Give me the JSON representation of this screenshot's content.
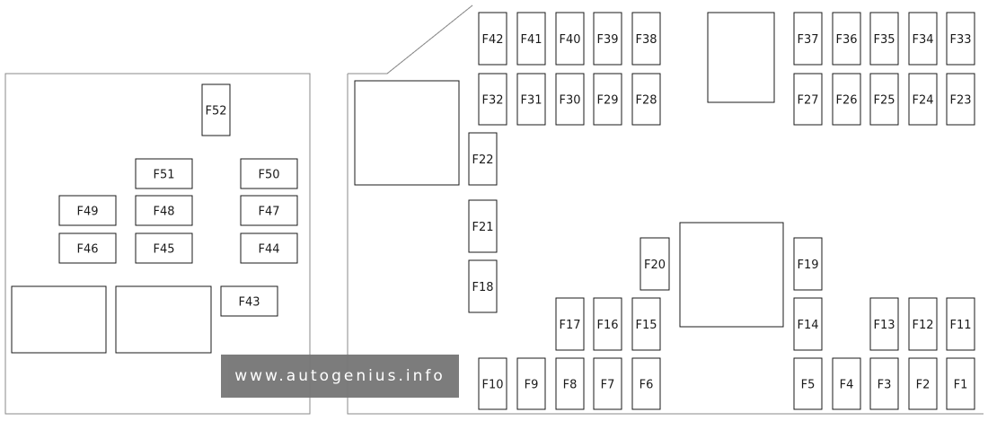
{
  "watermark": "www.autogenius.info",
  "fuses": [
    {
      "id": "F1",
      "label": "F1"
    },
    {
      "id": "F2",
      "label": "F2"
    },
    {
      "id": "F3",
      "label": "F3"
    },
    {
      "id": "F4",
      "label": "F4"
    },
    {
      "id": "F5",
      "label": "F5"
    },
    {
      "id": "F6",
      "label": "F6"
    },
    {
      "id": "F7",
      "label": "F7"
    },
    {
      "id": "F8",
      "label": "F8"
    },
    {
      "id": "F9",
      "label": "F9"
    },
    {
      "id": "F10",
      "label": "F10"
    },
    {
      "id": "F11",
      "label": "F11"
    },
    {
      "id": "F12",
      "label": "F12"
    },
    {
      "id": "F13",
      "label": "F13"
    },
    {
      "id": "F14",
      "label": "F14"
    },
    {
      "id": "F15",
      "label": "F15"
    },
    {
      "id": "F16",
      "label": "F16"
    },
    {
      "id": "F17",
      "label": "F17"
    },
    {
      "id": "F18",
      "label": "F18"
    },
    {
      "id": "F19",
      "label": "F19"
    },
    {
      "id": "F20",
      "label": "F20"
    },
    {
      "id": "F21",
      "label": "F21"
    },
    {
      "id": "F22",
      "label": "F22"
    },
    {
      "id": "F23",
      "label": "F23"
    },
    {
      "id": "F24",
      "label": "F24"
    },
    {
      "id": "F25",
      "label": "F25"
    },
    {
      "id": "F26",
      "label": "F26"
    },
    {
      "id": "F27",
      "label": "F27"
    },
    {
      "id": "F28",
      "label": "F28"
    },
    {
      "id": "F29",
      "label": "F29"
    },
    {
      "id": "F30",
      "label": "F30"
    },
    {
      "id": "F31",
      "label": "F31"
    },
    {
      "id": "F32",
      "label": "F32"
    },
    {
      "id": "F33",
      "label": "F33"
    },
    {
      "id": "F34",
      "label": "F34"
    },
    {
      "id": "F35",
      "label": "F35"
    },
    {
      "id": "F36",
      "label": "F36"
    },
    {
      "id": "F37",
      "label": "F37"
    },
    {
      "id": "F38",
      "label": "F38"
    },
    {
      "id": "F39",
      "label": "F39"
    },
    {
      "id": "F40",
      "label": "F40"
    },
    {
      "id": "F41",
      "label": "F41"
    },
    {
      "id": "F42",
      "label": "F42"
    },
    {
      "id": "F43",
      "label": "F43"
    },
    {
      "id": "F44",
      "label": "F44"
    },
    {
      "id": "F45",
      "label": "F45"
    },
    {
      "id": "F46",
      "label": "F46"
    },
    {
      "id": "F47",
      "label": "F47"
    },
    {
      "id": "F48",
      "label": "F48"
    },
    {
      "id": "F49",
      "label": "F49"
    },
    {
      "id": "F50",
      "label": "F50"
    },
    {
      "id": "F51",
      "label": "F51"
    },
    {
      "id": "F52",
      "label": "F52"
    }
  ]
}
